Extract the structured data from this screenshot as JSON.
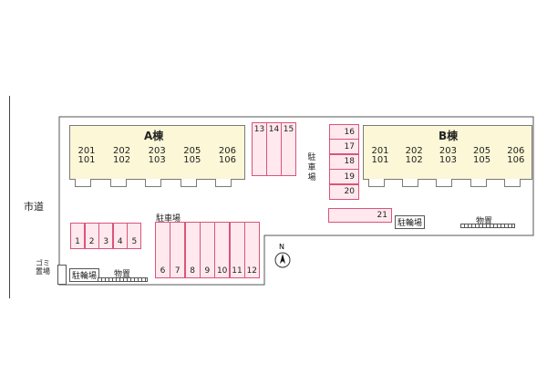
{
  "road_label": "市道",
  "compass_label": "N",
  "building_a": {
    "title": "A棟",
    "units": [
      {
        "upper": "201",
        "lower": "101"
      },
      {
        "upper": "202",
        "lower": "102"
      },
      {
        "upper": "203",
        "lower": "103"
      },
      {
        "upper": "205",
        "lower": "105"
      },
      {
        "upper": "206",
        "lower": "106"
      }
    ]
  },
  "building_b": {
    "title": "B棟",
    "units": [
      {
        "upper": "201",
        "lower": "101"
      },
      {
        "upper": "202",
        "lower": "102"
      },
      {
        "upper": "203",
        "lower": "103"
      },
      {
        "upper": "205",
        "lower": "105"
      },
      {
        "upper": "206",
        "lower": "106"
      }
    ]
  },
  "parking_top": [
    "13",
    "14",
    "15"
  ],
  "parking_right_stack": [
    "16",
    "17",
    "18",
    "19",
    "20"
  ],
  "parking_21": "21",
  "parking_left_small": [
    "1",
    "2",
    "3",
    "4",
    "5"
  ],
  "parking_main": [
    "6",
    "7",
    "8",
    "9",
    "10",
    "11",
    "12"
  ],
  "labels": {
    "parking_main": "駐車場",
    "parking_vertical": "駐車場",
    "bike_parking_right": "駐輪場",
    "storage_right": "物置",
    "bike_parking_left": "駐輪場",
    "storage_left": "物置",
    "garbage": "ゴミ置場"
  },
  "colors": {
    "building_fill": "#fbf7d7",
    "parking_fill": "#ffe9ee",
    "parking_border": "#d8557a"
  }
}
